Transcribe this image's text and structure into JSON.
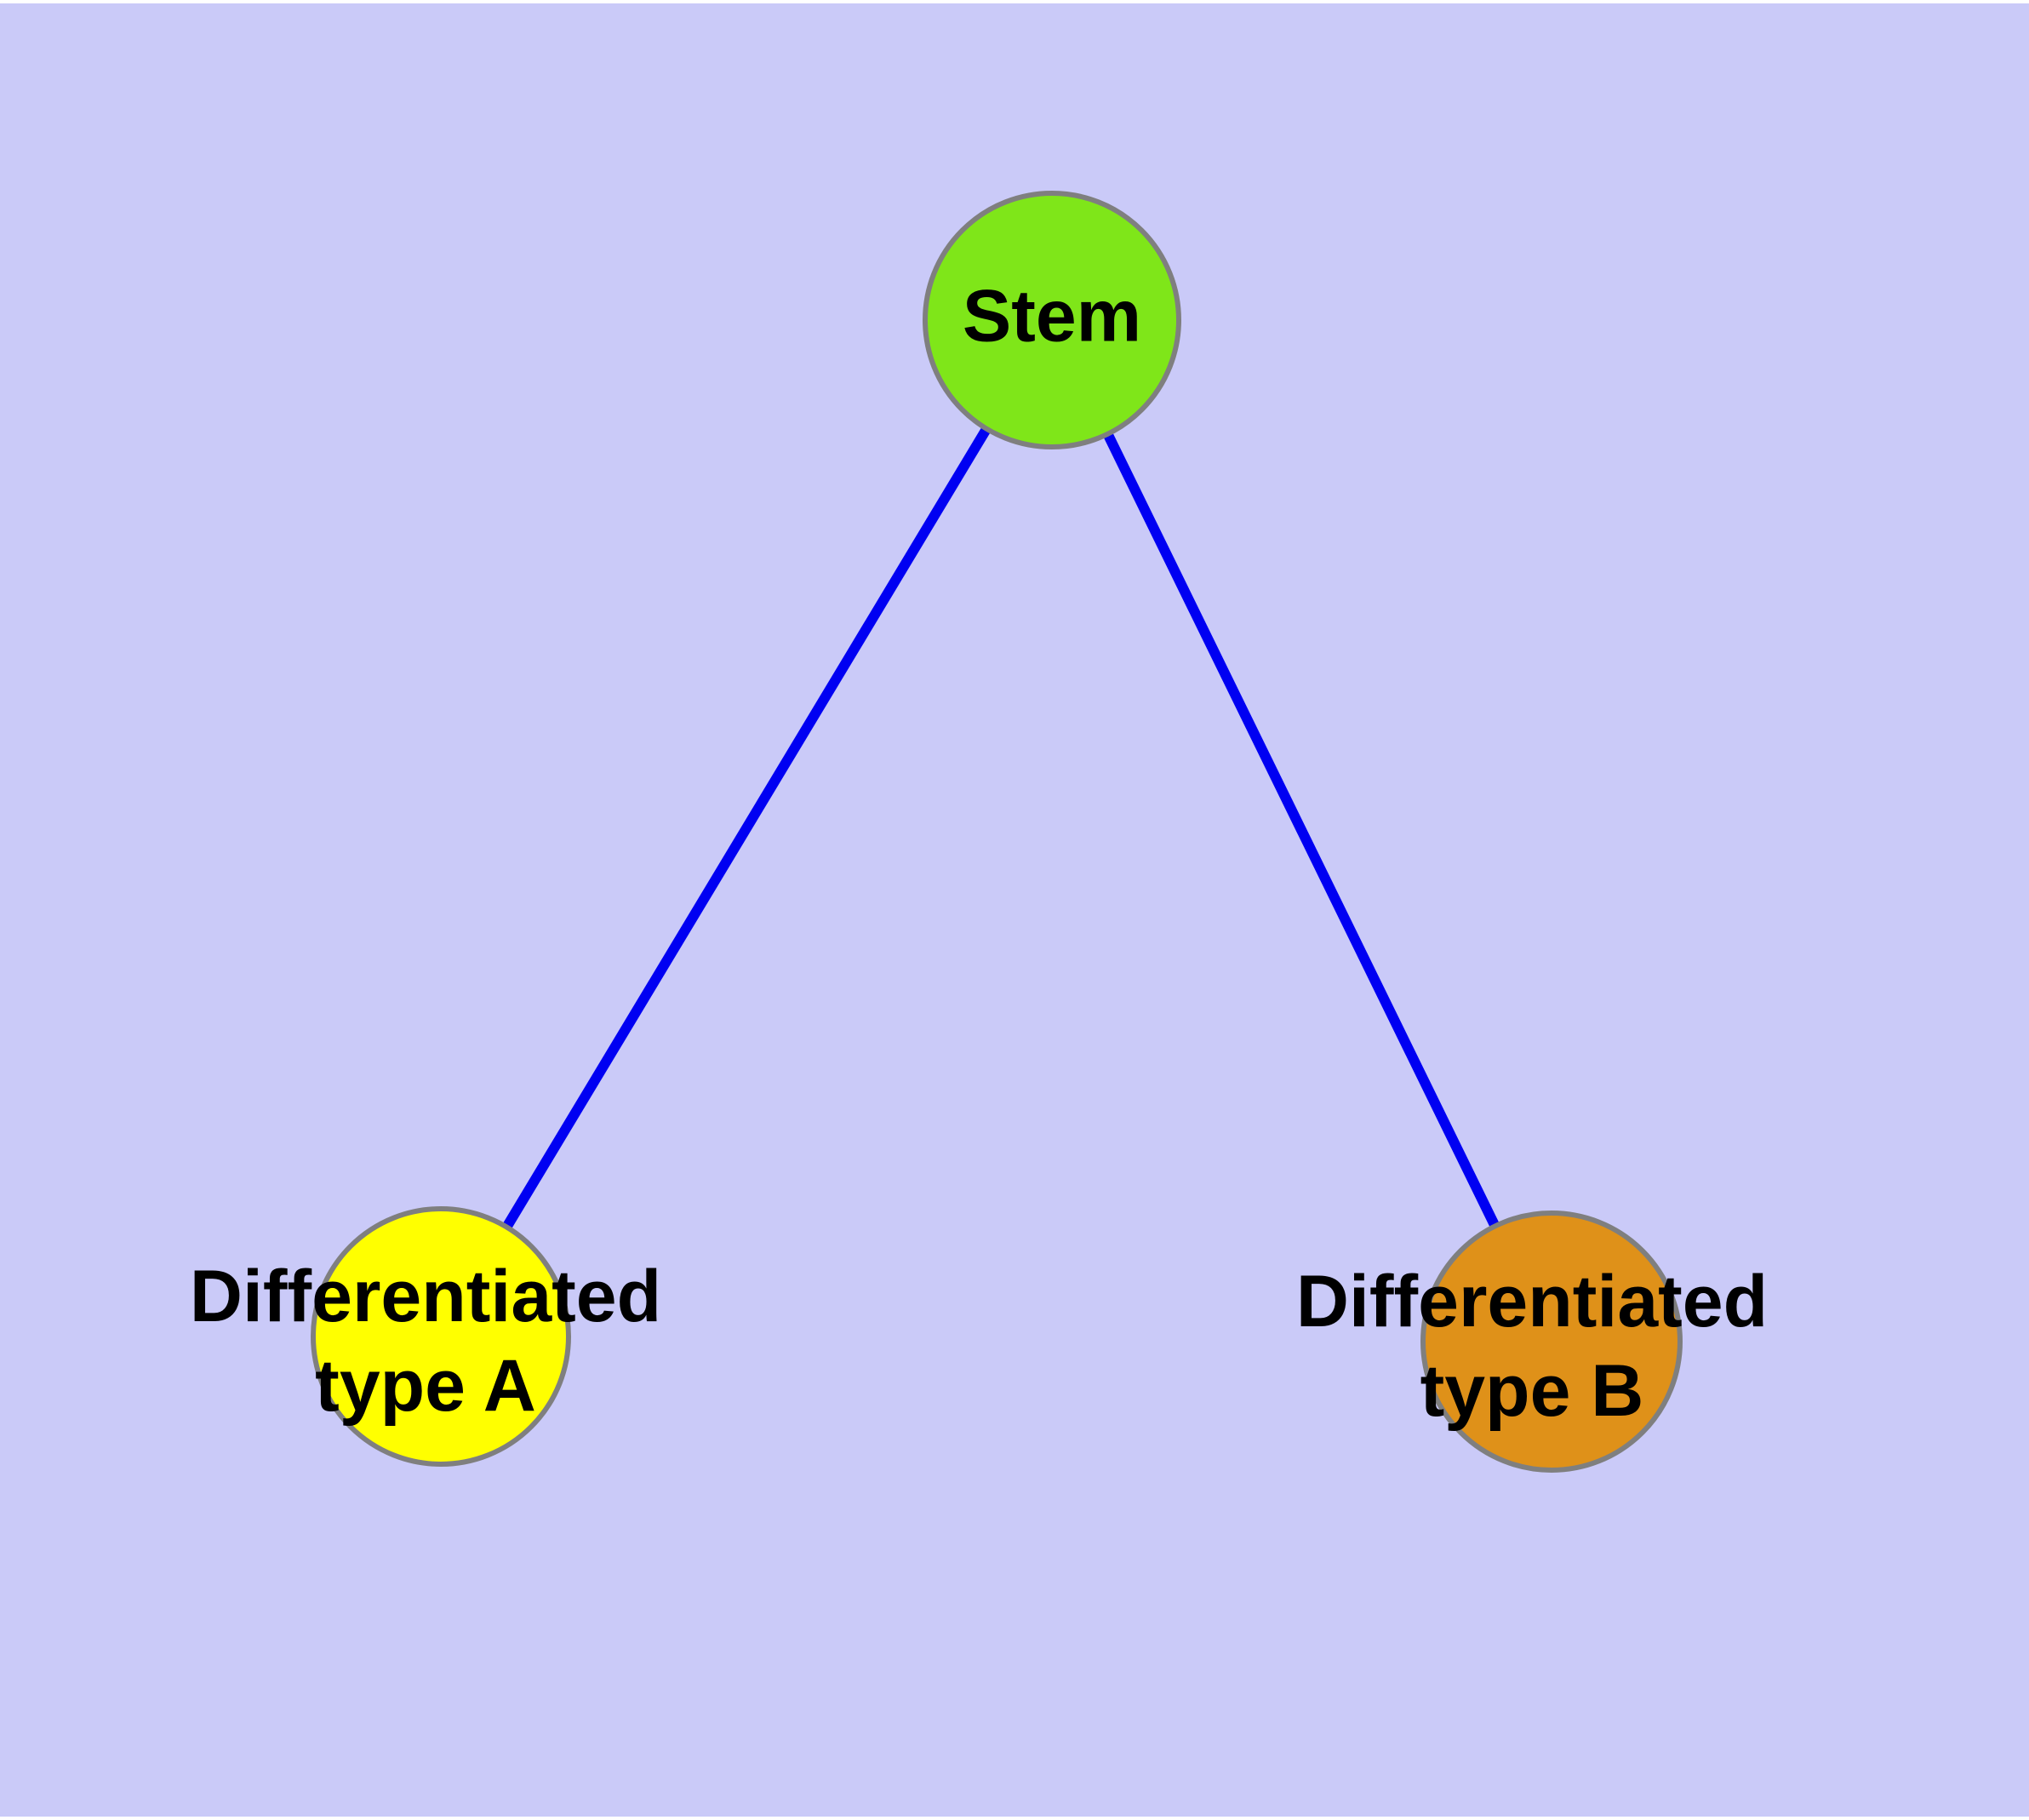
{
  "colors": {
    "background": "#CACAF8",
    "page_margin": "#FFFFFF",
    "node_border": "#7F7F7F",
    "edge": "#0000F2",
    "stem_fill": "#7FE619",
    "type_a_fill": "#FFFF00",
    "type_b_fill": "#DF9119",
    "label_text": "#000000"
  },
  "diagram": {
    "nodes": [
      {
        "id": "stem",
        "label": "Stem",
        "label_lines": [
          "Stem"
        ],
        "fill": "#7FE619"
      },
      {
        "id": "differentiated-type-a",
        "label": "Differentiated type A",
        "label_lines": [
          "Differentiated",
          "type A"
        ],
        "fill": "#FFFF00"
      },
      {
        "id": "differentiated-type-b",
        "label": "Differentiated type B",
        "label_lines": [
          "Differentiated",
          "type B"
        ],
        "fill": "#DF9119"
      }
    ],
    "edges": [
      {
        "from": "stem",
        "to": "differentiated-type-a",
        "color": "#0000F2"
      },
      {
        "from": "stem",
        "to": "differentiated-type-b",
        "color": "#0000F2"
      }
    ]
  }
}
